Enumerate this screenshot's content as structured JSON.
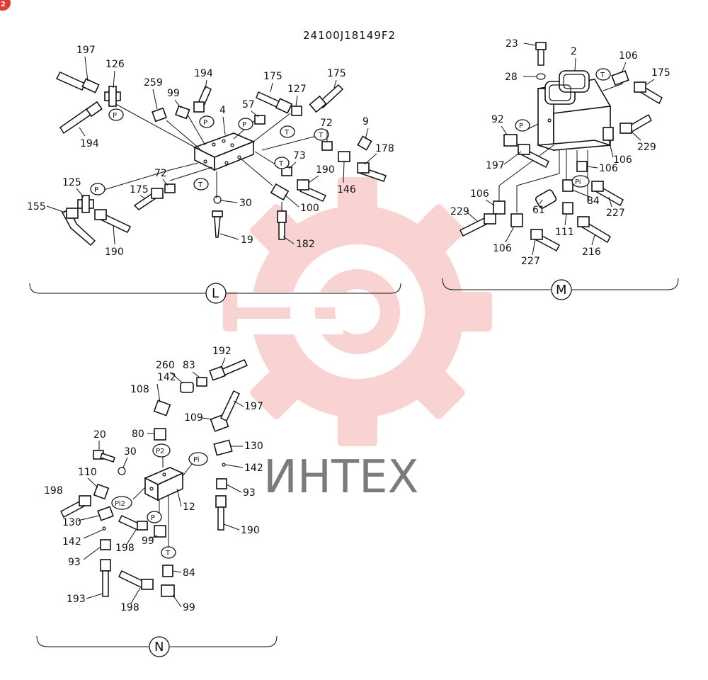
{
  "drawing_code": "24100J18149F2",
  "page_badge": "2",
  "watermark_text": "ИНТЕХ",
  "colors": {
    "line": "#111111",
    "watermark": "#e53935",
    "watermark_text": "#9e9e9e",
    "badge": "#e53935"
  },
  "sections": {
    "L": {
      "label": "L",
      "parts": [
        "197",
        "126",
        "194",
        "259",
        "99",
        "194",
        "4",
        "57",
        "175",
        "127",
        "175",
        "72",
        "9",
        "178",
        "73",
        "190",
        "146",
        "125",
        "72",
        "175",
        "30",
        "100",
        "155",
        "190",
        "19",
        "182"
      ],
      "ports": [
        "P",
        "P",
        "P",
        "T",
        "T",
        "T",
        "P",
        "T"
      ]
    },
    "M": {
      "label": "M",
      "parts": [
        "23",
        "2",
        "106",
        "175",
        "28",
        "92",
        "197",
        "106",
        "229",
        "106",
        "84",
        "61",
        "229",
        "106",
        "111",
        "227",
        "106",
        "227",
        "216"
      ],
      "ports": [
        "T",
        "P",
        "Pi"
      ]
    },
    "N": {
      "label": "N",
      "parts": [
        "260",
        "83",
        "192",
        "142",
        "108",
        "109",
        "197",
        "80",
        "20",
        "30",
        "130",
        "142",
        "110",
        "93",
        "198",
        "12",
        "130",
        "190",
        "142",
        "198",
        "99",
        "93",
        "84",
        "193",
        "198",
        "99"
      ],
      "ports": [
        "P2",
        "Pi",
        "Pi2",
        "P",
        "T"
      ]
    }
  }
}
